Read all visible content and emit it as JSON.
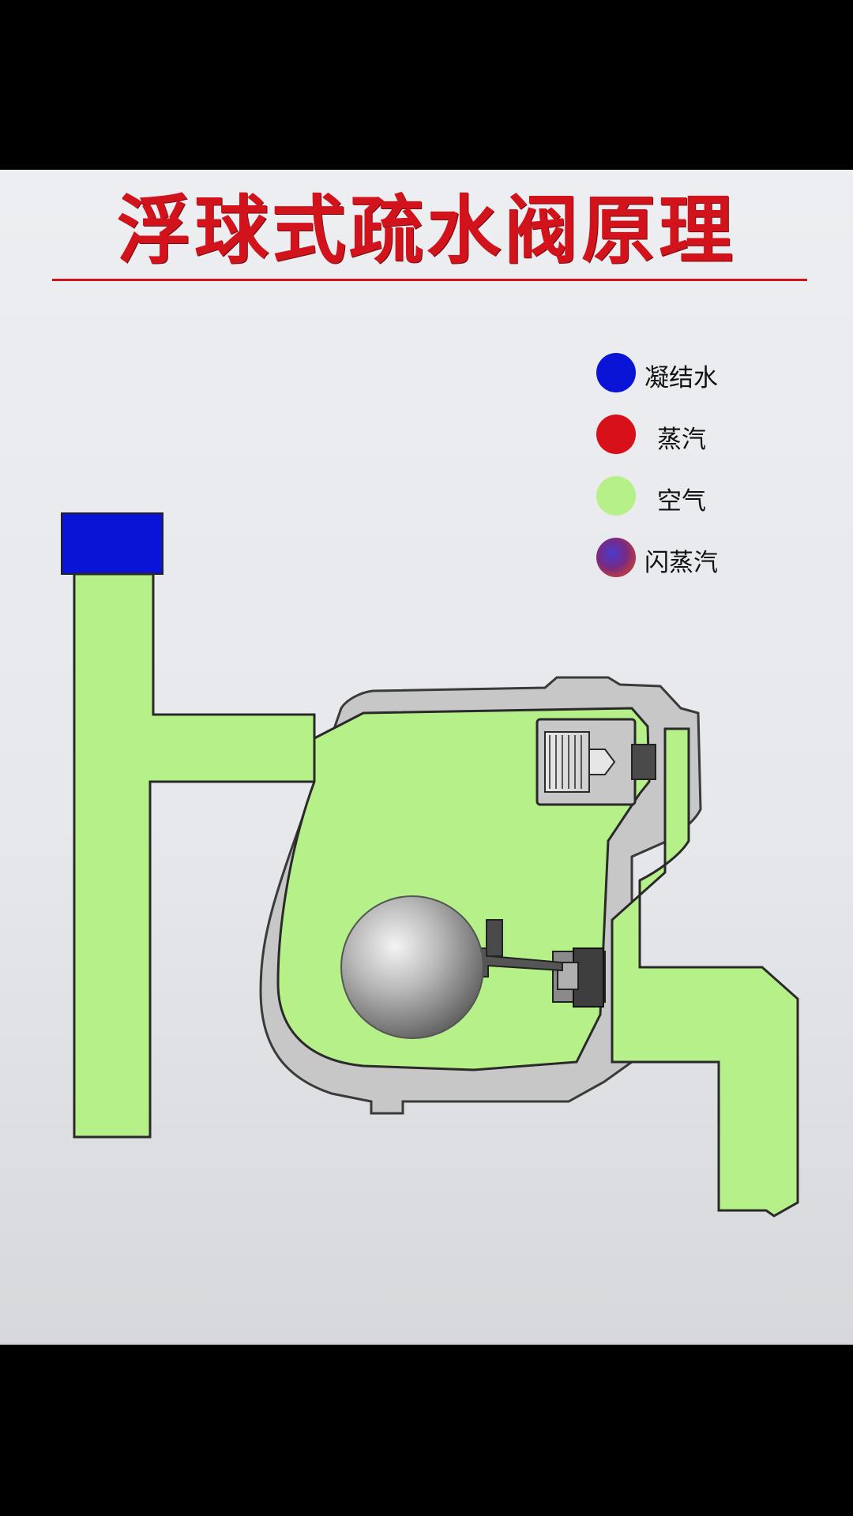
{
  "title": "浮球式疏水阀原理",
  "legend": [
    {
      "label": "凝结水",
      "color": "#0a14d6"
    },
    {
      "label": "蒸汽",
      "color": "#d8101a"
    },
    {
      "label": "空气",
      "color": "#b6f089"
    },
    {
      "label": "闪蒸汽",
      "color": "#6a2a8c"
    }
  ],
  "colors": {
    "condensate": "#0a14d6",
    "air": "#b6f089",
    "body": "#c7c7c8",
    "outline": "#3a3a3a",
    "title": "#d3131c"
  },
  "icons": {
    "float_ball": "float-ball-icon",
    "bellows": "thermostatic-air-vent-icon",
    "valve": "main-valve-icon"
  }
}
